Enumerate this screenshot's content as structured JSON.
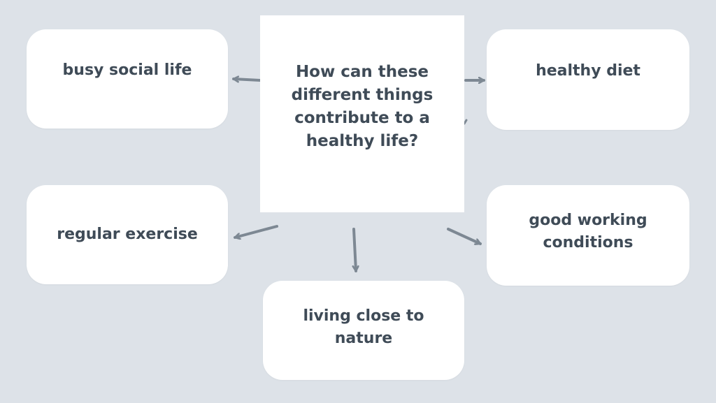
{
  "center": {
    "text": "How can these different things contribute to a healthy life?"
  },
  "nodes": {
    "busy_social_life": "busy social life",
    "healthy_diet": "healthy diet",
    "regular_exercise": "regular exercise",
    "good_working_conditions": "good working conditions",
    "living_close_to_nature": "living close to nature"
  },
  "colors": {
    "background": "#dde2e8",
    "box": "#ffffff",
    "text": "#3f4b57",
    "arrow": "#7d8893"
  }
}
